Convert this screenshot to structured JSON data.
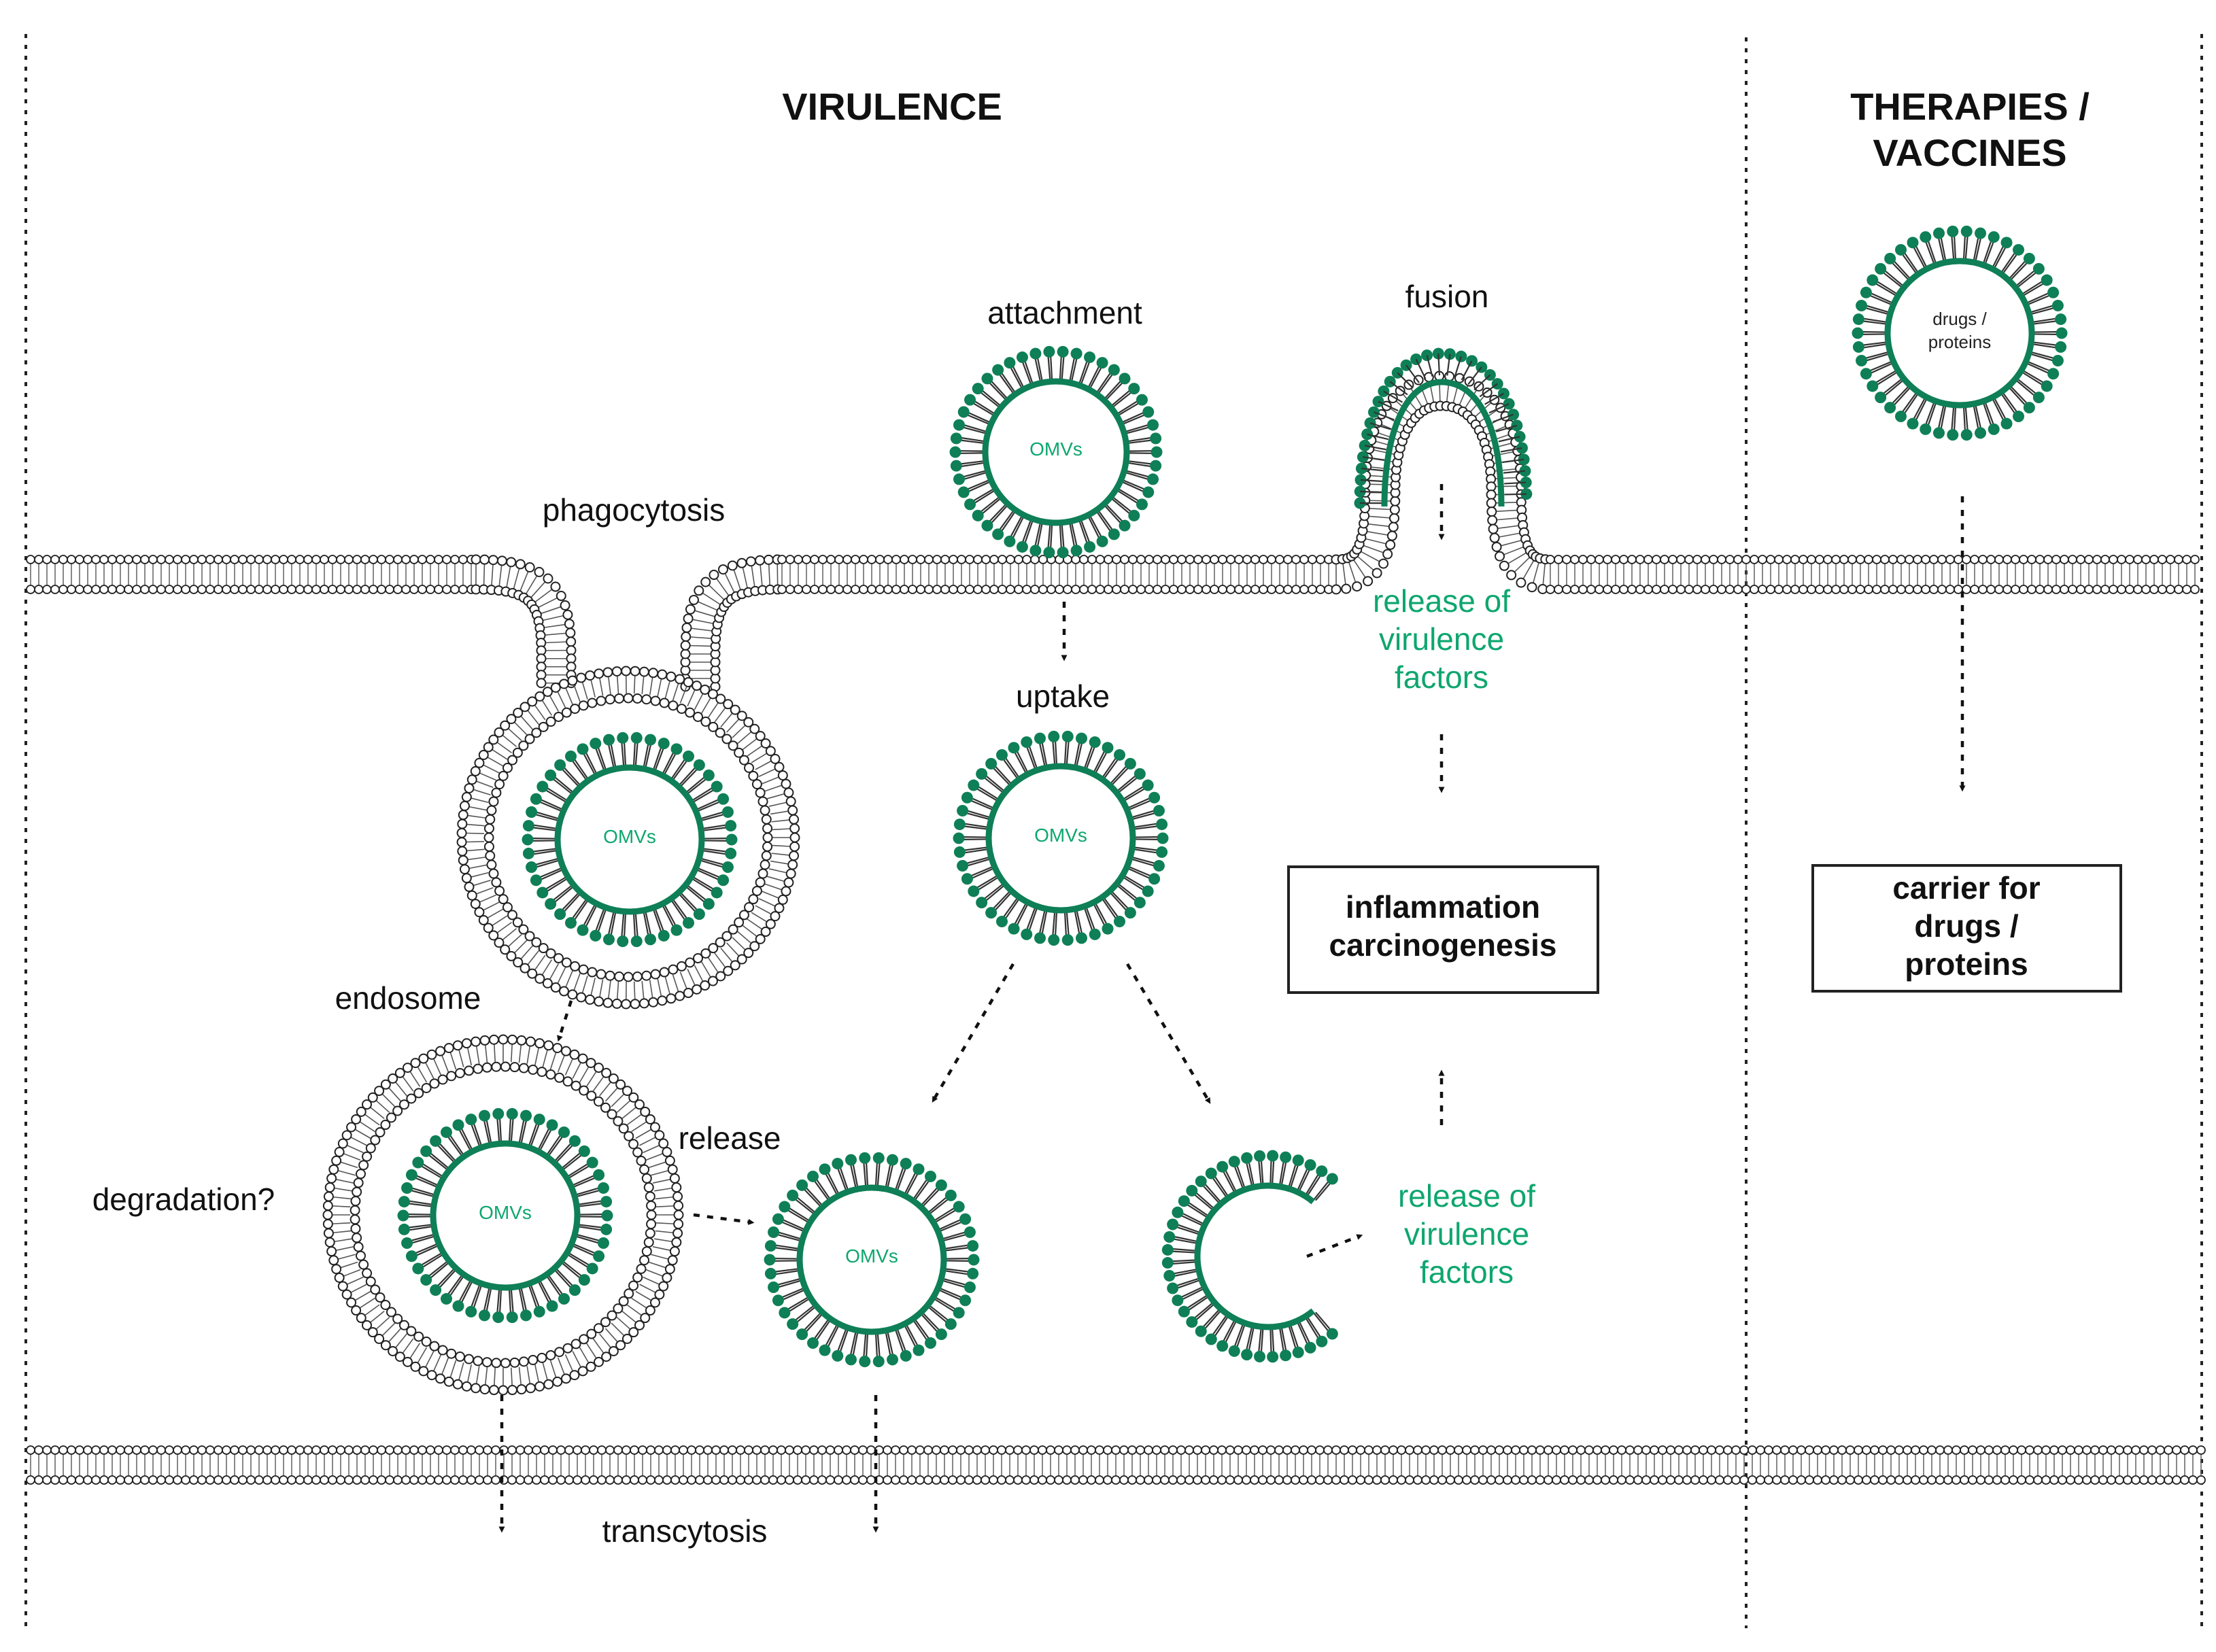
{
  "colors": {
    "omv": "#0e7f57",
    "host": "#222222",
    "green_text": "#0ea66f",
    "text": "#111111"
  },
  "headings": {
    "virulence": "VIRULENCE",
    "therapies_line1": "THERAPIES /",
    "therapies_line2": "VACCINES"
  },
  "labels": {
    "attachment": "attachment",
    "fusion": "fusion",
    "phagocytosis": "phagocytosis",
    "uptake": "uptake",
    "endosome": "endosome",
    "release": "release",
    "degradation": "degradation?",
    "transcytosis": "transcytosis"
  },
  "vesicles": {
    "omv_label": "OMVs",
    "drug_label_line1": "drugs /",
    "drug_label_line2": "proteins"
  },
  "release_factors": {
    "line1": "release of",
    "line2": "virulence",
    "line3": "factors"
  },
  "boxes": {
    "inflammation_line1": "inflammation",
    "inflammation_line2": "carcinogenesis",
    "carrier_line1": "carrier for",
    "carrier_line2": "drugs /",
    "carrier_line3": "proteins"
  }
}
